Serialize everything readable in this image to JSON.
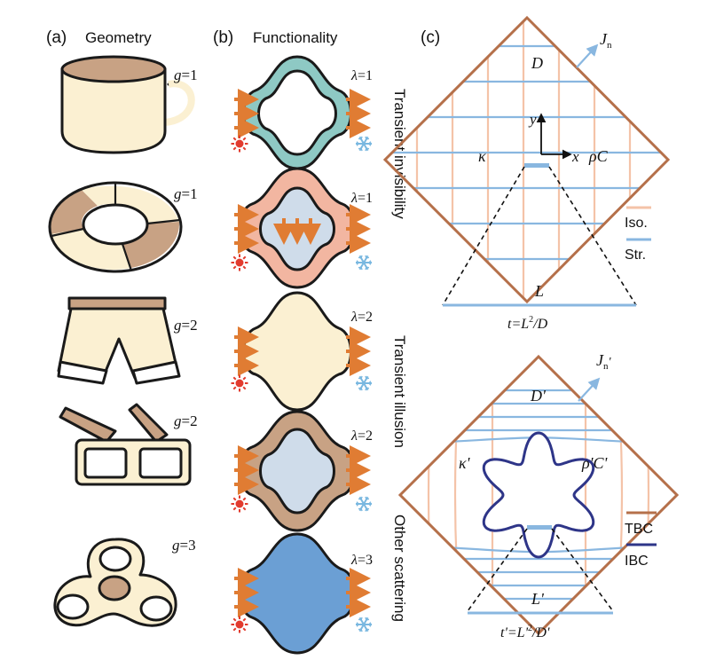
{
  "panel_a": {
    "tag": "(a)",
    "title": "Geometry",
    "genus": [
      "1",
      "1",
      "2",
      "2",
      "3"
    ],
    "genus_symbol": "g"
  },
  "panel_b": {
    "tag": "(b)",
    "title": "Functionality",
    "lambda_symbol": "λ",
    "lambdas": [
      "1",
      "1",
      "2",
      "2",
      "3"
    ],
    "side_labels": [
      "Transient invisibility",
      "Transient illusion",
      "Other scattering"
    ],
    "colors": {
      "arrow": "#e07c33",
      "heat": "#e23b2e",
      "cold": "#7ab8e0",
      "teal": "#8ec9c4",
      "salmon": "#f2b6a1",
      "cream": "#fbf0d2",
      "brown": "#c8a284",
      "core": "#cfdcea",
      "blue": "#6b9fd4"
    }
  },
  "panel_c": {
    "tag": "(c)",
    "top": {
      "D": "D",
      "Jn": "J",
      "Jn_sub": "n",
      "kappa": "κ",
      "rhoC": "ρC",
      "x": "x",
      "y": "y",
      "L": "L",
      "t_formula_pre": "t=L",
      "t_formula_sup": "2",
      "t_formula_post": "/D"
    },
    "bottom": {
      "D": "D'",
      "Jn": "J",
      "Jn_sub": "n",
      "Jn_prime": "'",
      "kappa": "κ'",
      "rhoC": "ρ'C'",
      "L": "L'",
      "t_formula_pre": "t'=L'",
      "t_formula_sup": "2",
      "t_formula_post": "/D'"
    },
    "legend": {
      "iso": "Iso.",
      "str": "Str.",
      "tbc": "TBC",
      "ibc": "IBC"
    },
    "colors": {
      "tbc": "#b5704a",
      "ibc": "#2e3588",
      "iso": "#f4c3a8",
      "str": "#89b7e0"
    }
  }
}
